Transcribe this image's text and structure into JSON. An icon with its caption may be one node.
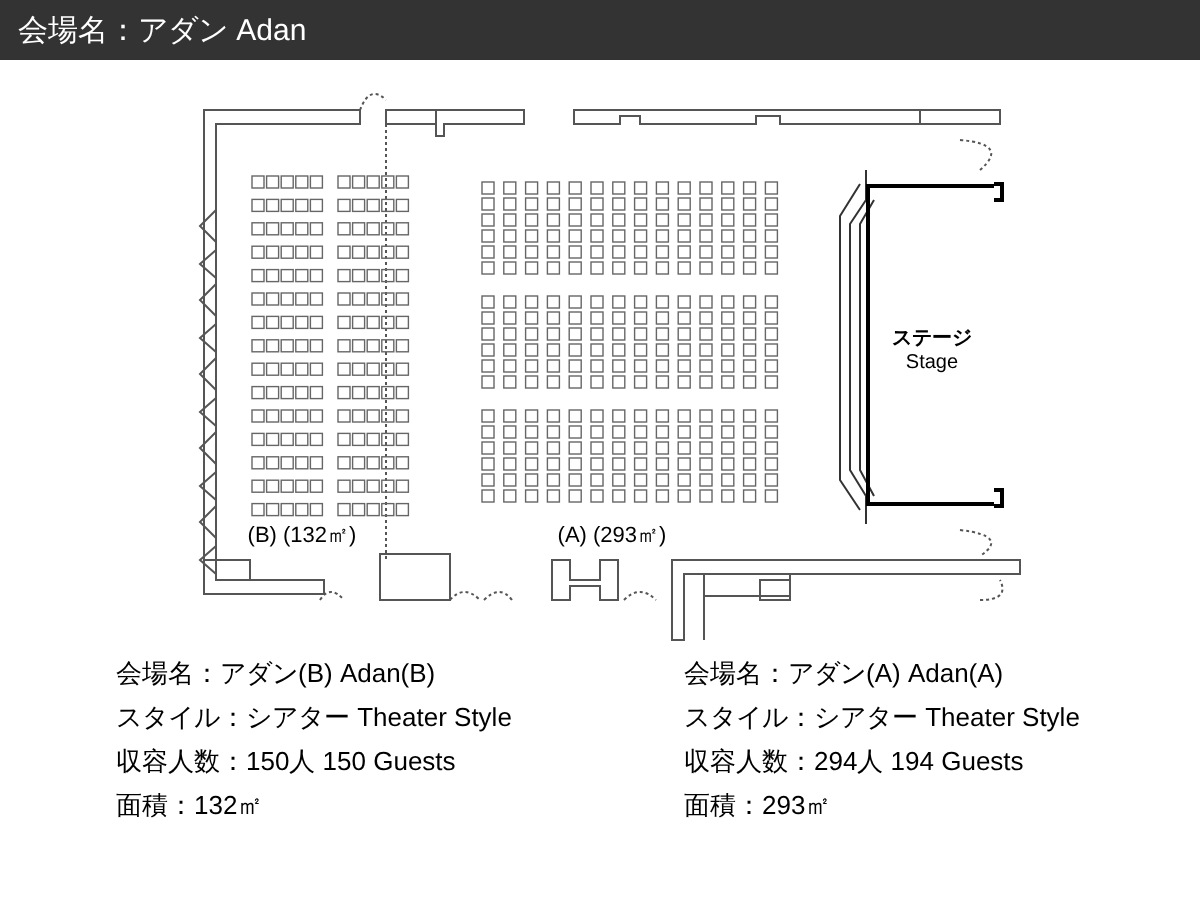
{
  "diagram": {
    "title": "会場名：アダン Adan",
    "nodes": [
      {
        "text": [
          "(B) (132㎡)"
        ]
      },
      {
        "text": [
          "(A) (293㎡)"
        ]
      },
      {
        "text": [
          "ステージ",
          "Stage"
        ]
      }
    ],
    "edges": [],
    "labels": [
      "会場名：アダン(B) Adan(B)",
      "会場名：アダン(A) Adan(A)",
      "スタイル：シアター Theater Style",
      "スタイル：シアター Theater Style",
      "収容人数：150人 150 Guests",
      "収容人数：294人 194 Guests",
      "面積：132㎡",
      "面積：293㎡"
    ]
  }
}
